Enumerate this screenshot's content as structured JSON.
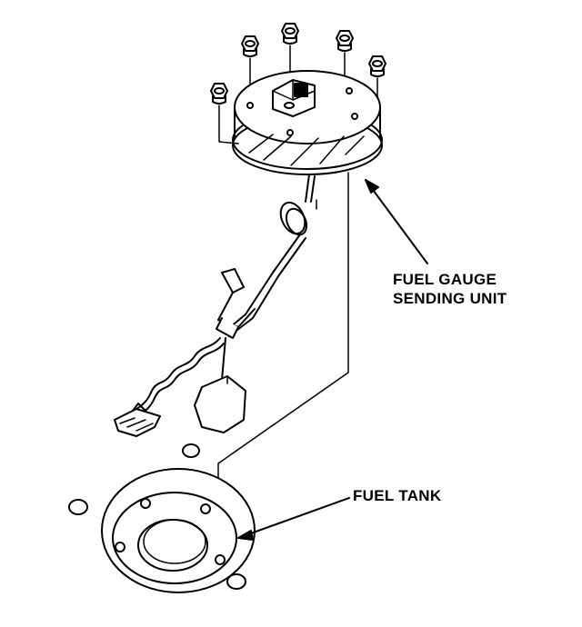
{
  "diagram": {
    "labels": {
      "sending_unit_line1": "FUEL GAUGE",
      "sending_unit_line2": "SENDING UNIT",
      "fuel_tank": "FUEL TANK"
    },
    "colors": {
      "ink": "#000000",
      "paper": "#ffffff",
      "shade": "#d0d0d0"
    },
    "parts": [
      "nut-icon",
      "sending-unit-icon",
      "float-arm-icon",
      "fuel-tank-opening-icon"
    ]
  }
}
